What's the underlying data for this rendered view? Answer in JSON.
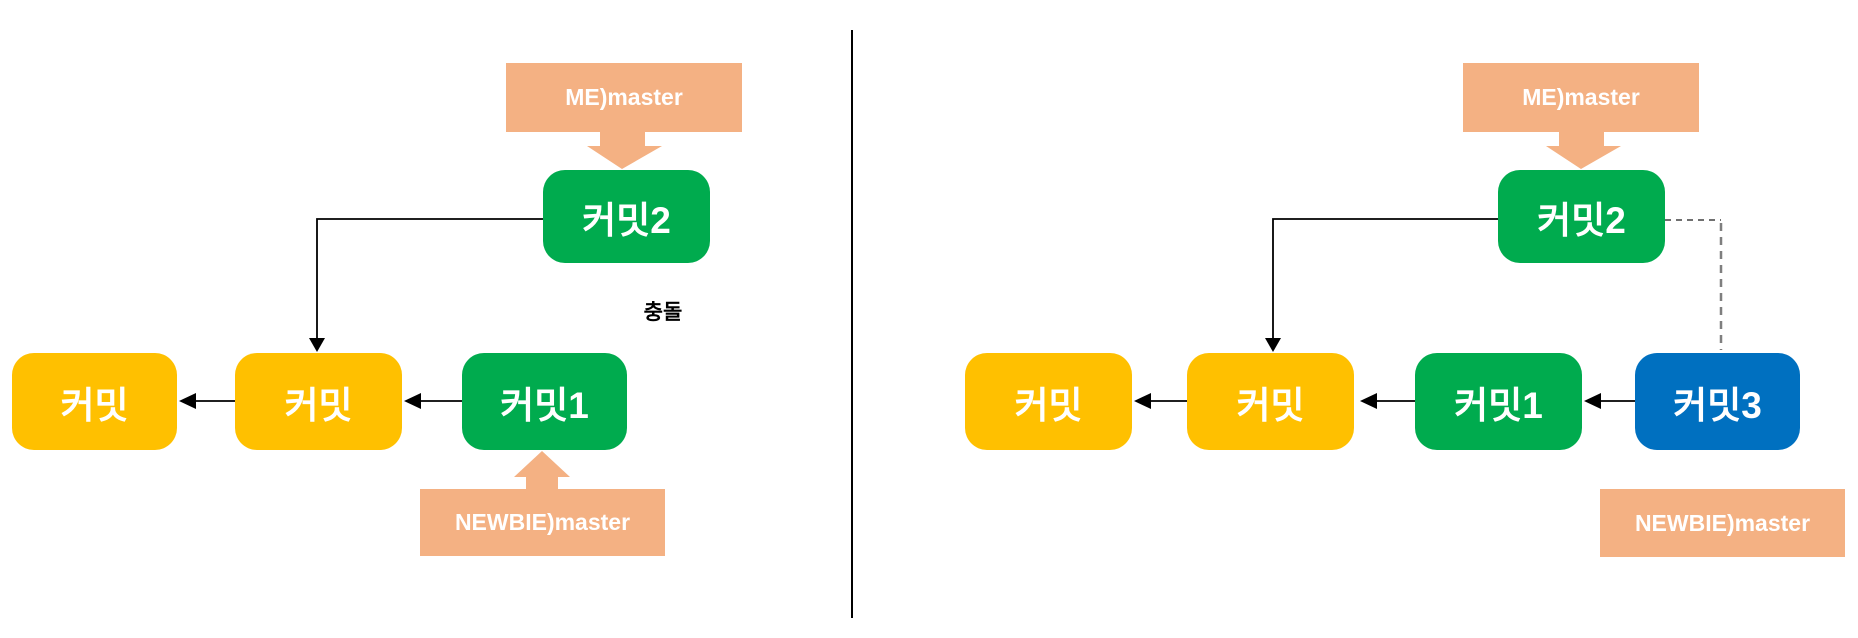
{
  "colors": {
    "commit_yellow": "#FFC000",
    "commit_green": "#00AB4E",
    "commit_blue": "#0070C0",
    "branch_label_peach": "#F4B183",
    "connector_black": "#000000",
    "dashed_gray": "#7F7F7F"
  },
  "left_panel": {
    "me_branch_label": "ME)master",
    "commit2_label": "커밋2",
    "conflict_text": "충돌",
    "commit_old_label": "커밋",
    "commit_mid_label": "커밋",
    "commit1_label": "커밋1",
    "newbie_branch_label": "NEWBIE)master"
  },
  "right_panel": {
    "me_branch_label": "ME)master",
    "commit2_label": "커밋2",
    "commit_old_label": "커밋",
    "commit_mid_label": "커밋",
    "commit1_label": "커밋1",
    "commit3_label": "커밋3",
    "newbie_branch_label": "NEWBIE)master"
  }
}
